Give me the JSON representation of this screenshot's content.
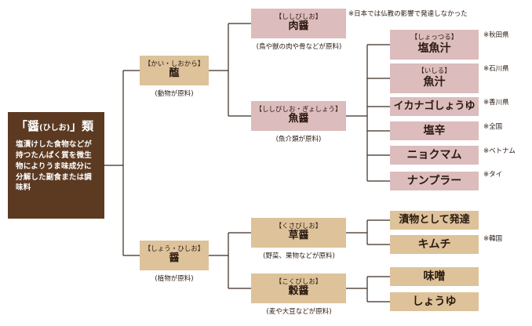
{
  "root": {
    "title": "「醤",
    "title_reading": "(ひしお)",
    "title_suffix": "」類",
    "description": "塩漬けした食物などが持つたんぱく質を微生物によりうま味成分に分解した副食または調味料"
  },
  "hishio": {
    "reading": "【かい・しおから】",
    "name": "醢",
    "caption": "(動物が原料)"
  },
  "shou": {
    "reading": "【しょう・ひしお】",
    "name": "醤",
    "caption": "(植物が原料)"
  },
  "shishibishio": {
    "reading": "【ししびしお】",
    "name": "肉醤",
    "caption": "(鳥や獣の肉や骨などが原料)",
    "note": "※日本では仏教の影響で発達しなかった"
  },
  "gyosho": {
    "reading": "【ししびしお・ぎょしょう】",
    "name": "魚醤",
    "caption": "(魚介類が原料)"
  },
  "kusabishio": {
    "reading": "【くさびしお】",
    "name": "草醤",
    "caption": "(野菜、果物などが原料)"
  },
  "kokubishio": {
    "reading": "【こくびしお】",
    "name": "穀醤",
    "caption": "(麦や大豆などが原料)"
  },
  "fish_items": [
    {
      "reading": "【しょっつる】",
      "name": "塩魚汁",
      "note": "※秋田県"
    },
    {
      "reading": "【いしる】",
      "name": "魚汁",
      "note": "※石川県"
    },
    {
      "reading": "",
      "name": "イカナゴしょうゆ",
      "note": "※香川県"
    },
    {
      "reading": "",
      "name": "塩辛",
      "note": "※全国"
    },
    {
      "reading": "",
      "name": "ニョクマム",
      "note": "※ベトナム"
    },
    {
      "reading": "",
      "name": "ナンプラー",
      "note": "※タイ"
    }
  ],
  "veg_items": [
    {
      "name": "漬物として発達"
    },
    {
      "name": "キムチ"
    }
  ],
  "veg_note": "※韓国",
  "grain_items": [
    {
      "name": "味噌"
    },
    {
      "name": "しょうゆ"
    }
  ]
}
